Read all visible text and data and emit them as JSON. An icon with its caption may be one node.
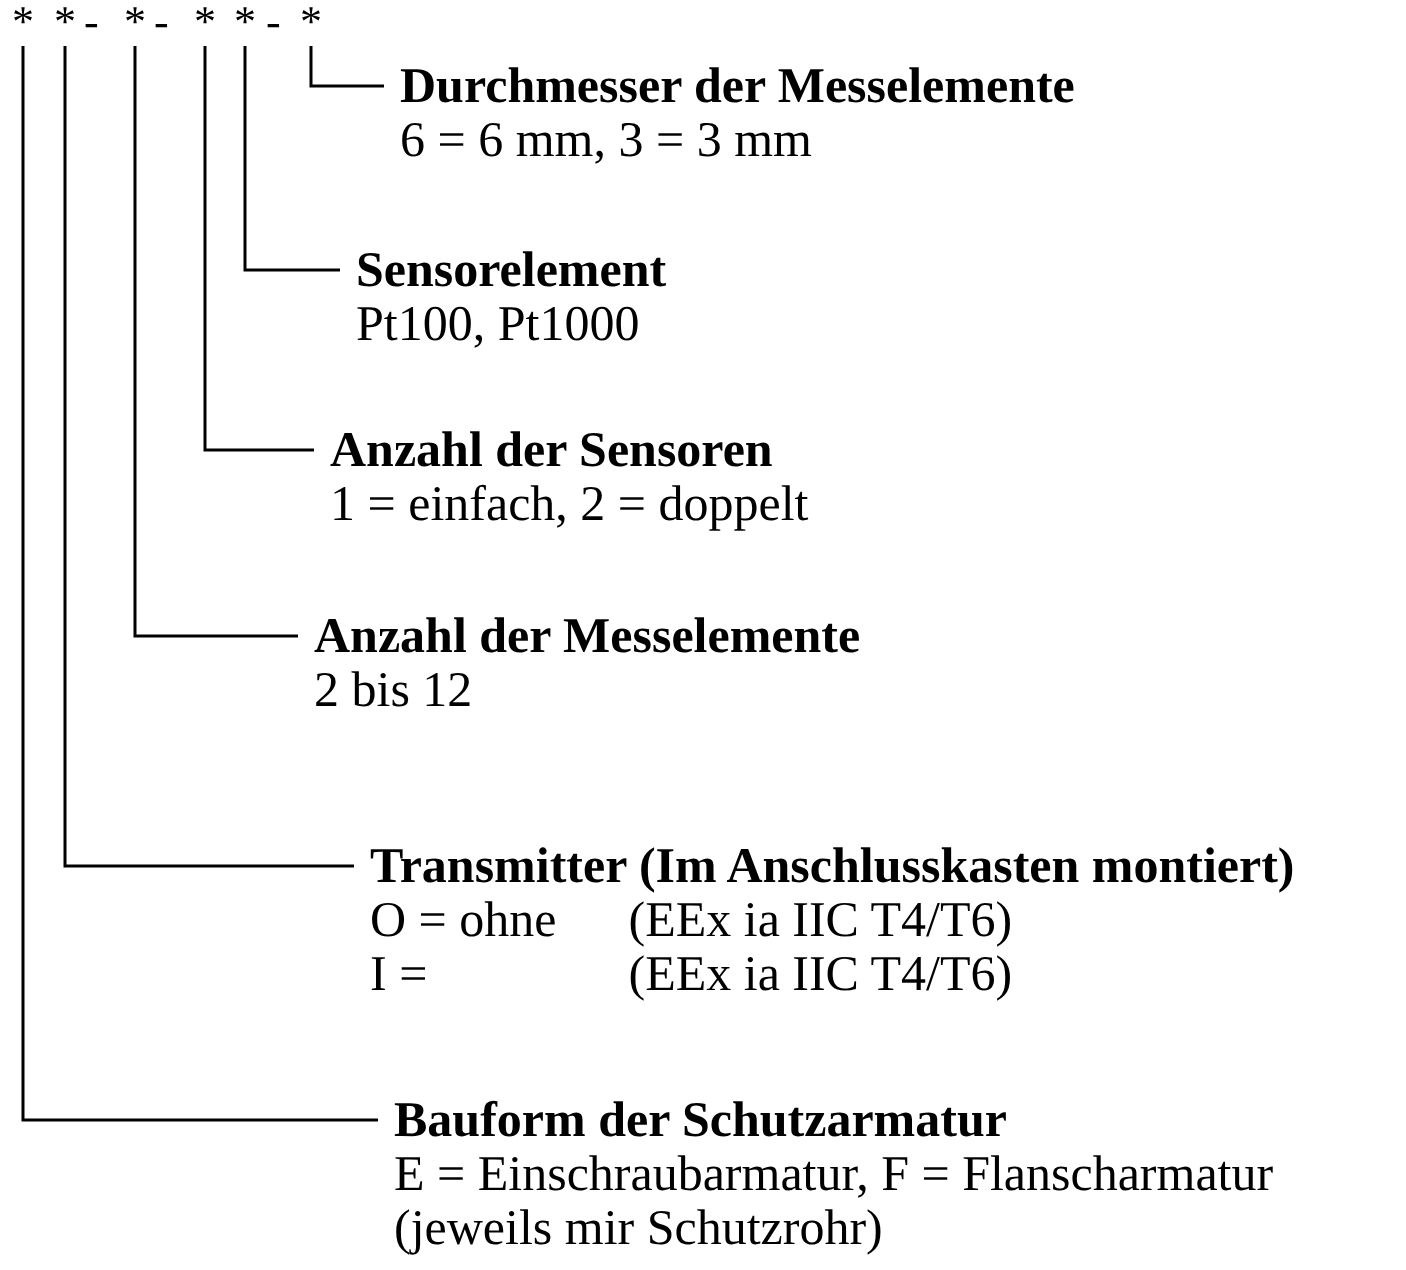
{
  "diagram": {
    "nodes": [
      {
        "text": [
          "*"
        ]
      },
      {
        "text": [
          "*"
        ]
      },
      {
        "text": [
          "*"
        ]
      },
      {
        "text": [
          "*"
        ]
      },
      {
        "text": [
          "*"
        ]
      },
      {
        "text": [
          "*"
        ]
      },
      {
        "text": [
          "Durchmesser der Messelemente",
          "6 = 6 mm, 3 = 3 mm"
        ]
      },
      {
        "text": [
          "Sensorelement",
          "Pt100, Pt1000"
        ]
      },
      {
        "text": [
          "Anzahl der Sensoren",
          "1 = einfach, 2 = doppelt"
        ]
      },
      {
        "text": [
          "Anzahl der Messelemente",
          "2 bis 12"
        ]
      },
      {
        "text": [
          "Transmitter (Im Anschlusskasten montiert)",
          "O = ohne",
          "(EEx ia IIC T4/T6)",
          "I =",
          "(EEx ia IIC T4/T6)"
        ]
      },
      {
        "text": [
          "Bauform der Schutzarmatur",
          "E = Einschraubarmatur, F = Flanscharmatur (jeweils mir Schutzrohr)"
        ]
      }
    ],
    "edges": [
      {
        "from": 5,
        "to": 6,
        "arrow": "none"
      },
      {
        "from": 4,
        "to": 7,
        "arrow": "none"
      },
      {
        "from": 3,
        "to": 8,
        "arrow": "none"
      },
      {
        "from": 2,
        "to": 9,
        "arrow": "none"
      },
      {
        "from": 1,
        "to": 10,
        "arrow": "none"
      },
      {
        "from": 0,
        "to": 11,
        "arrow": "none"
      }
    ],
    "labels": [
      "-",
      "-",
      "-"
    ]
  }
}
